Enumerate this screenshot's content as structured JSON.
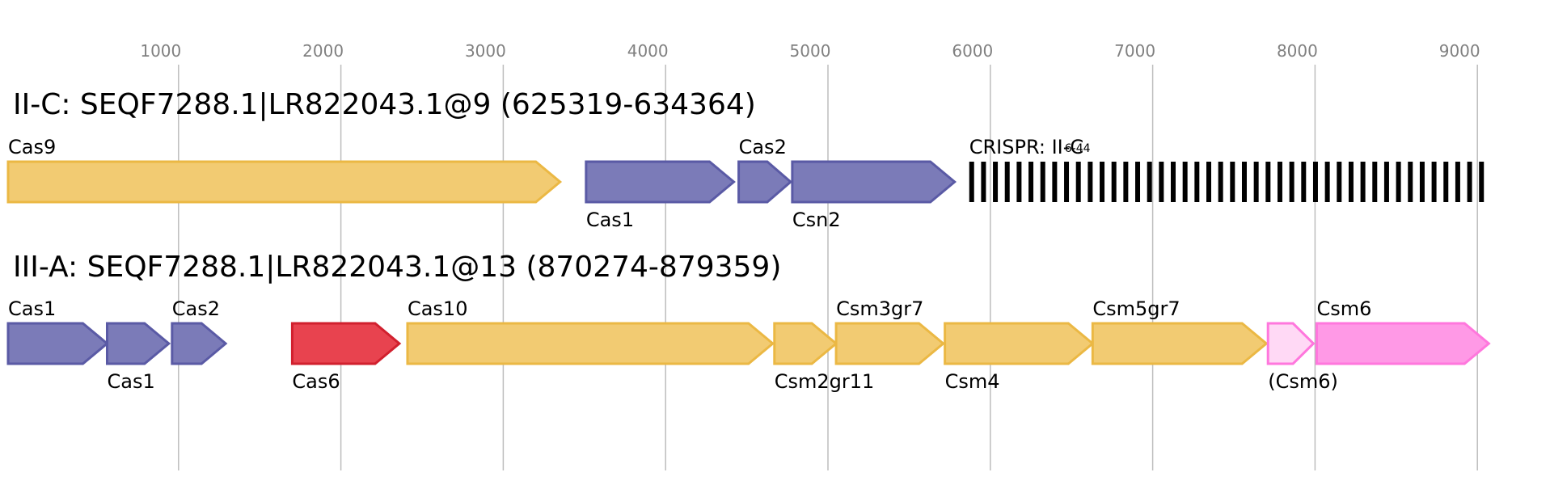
{
  "axis": {
    "ticks": [
      {
        "value": 1000,
        "label": "1000"
      },
      {
        "value": 2000,
        "label": "2000"
      },
      {
        "value": 3000,
        "label": "3000"
      },
      {
        "value": 4000,
        "label": "4000"
      },
      {
        "value": 5000,
        "label": "5000"
      },
      {
        "value": 6000,
        "label": "6000"
      },
      {
        "value": 7000,
        "label": "7000"
      },
      {
        "value": 8000,
        "label": "8000"
      },
      {
        "value": 9000,
        "label": "9000"
      }
    ],
    "range": [
      0,
      9500
    ],
    "grid_color": "#bdbdbd",
    "tick_label_color": "#808080"
  },
  "colors": {
    "adaptation": "#7b7bb8",
    "adaptation_edge": "#5a5aa5",
    "effector": "#f2cb72",
    "effector_edge": "#ebb844",
    "cas6": "#e8434f",
    "cas6_edge": "#d1202e",
    "csm6": "#ff99e6",
    "csm6_edge": "#ff77dd",
    "csm6_partial": "#ffd9f5",
    "crispr": "#000000"
  },
  "tracks": [
    {
      "title": "II-C: SEQF7288.1|LR822043.1@9 (625319-634364)",
      "genes": [
        {
          "name": "Cas9",
          "start": 0,
          "end": 3400,
          "color": "effector",
          "label_pos": "above"
        },
        {
          "name": "Cas1",
          "start": 3560,
          "end": 4470,
          "color": "adaptation",
          "label_pos": "below"
        },
        {
          "name": "Cas2",
          "start": 4500,
          "end": 4820,
          "color": "adaptation",
          "label_pos": "above"
        },
        {
          "name": "Csn2",
          "start": 4830,
          "end": 5830,
          "color": "adaptation",
          "label_pos": "below"
        }
      ],
      "crispr": {
        "label": "CRISPR: II-C",
        "count_label": "6-44",
        "start": 5920,
        "end": 9060,
        "repeats": 44
      }
    },
    {
      "title": "III-A: SEQF7288.1|LR822043.1@13 (870274-879359)",
      "genes": [
        {
          "name": "Cas1",
          "start": 0,
          "end": 610,
          "color": "adaptation",
          "label_pos": "above"
        },
        {
          "name": "Cas1",
          "start": 610,
          "end": 990,
          "color": "adaptation",
          "label_pos": "below"
        },
        {
          "name": "Cas2",
          "start": 1010,
          "end": 1340,
          "color": "adaptation",
          "label_pos": "above"
        },
        {
          "name": "Cas6",
          "start": 1750,
          "end": 2410,
          "color": "cas6",
          "label_pos": "below"
        },
        {
          "name": "Cas10",
          "start": 2460,
          "end": 4710,
          "color": "effector",
          "label_pos": "above"
        },
        {
          "name": "Csm2gr11",
          "start": 4720,
          "end": 5100,
          "color": "effector",
          "label_pos": "below"
        },
        {
          "name": "Csm3gr7",
          "start": 5100,
          "end": 5760,
          "color": "effector",
          "label_pos": "above"
        },
        {
          "name": "Csm4",
          "start": 5770,
          "end": 6680,
          "color": "effector",
          "label_pos": "below"
        },
        {
          "name": "Csm5gr7",
          "start": 6680,
          "end": 7750,
          "color": "effector",
          "label_pos": "above"
        },
        {
          "name": "(Csm6)",
          "start": 7760,
          "end": 8040,
          "color": "csm6_partial",
          "label_pos": "below"
        },
        {
          "name": "Csm6",
          "start": 8060,
          "end": 9120,
          "color": "csm6",
          "label_pos": "above"
        }
      ]
    }
  ]
}
